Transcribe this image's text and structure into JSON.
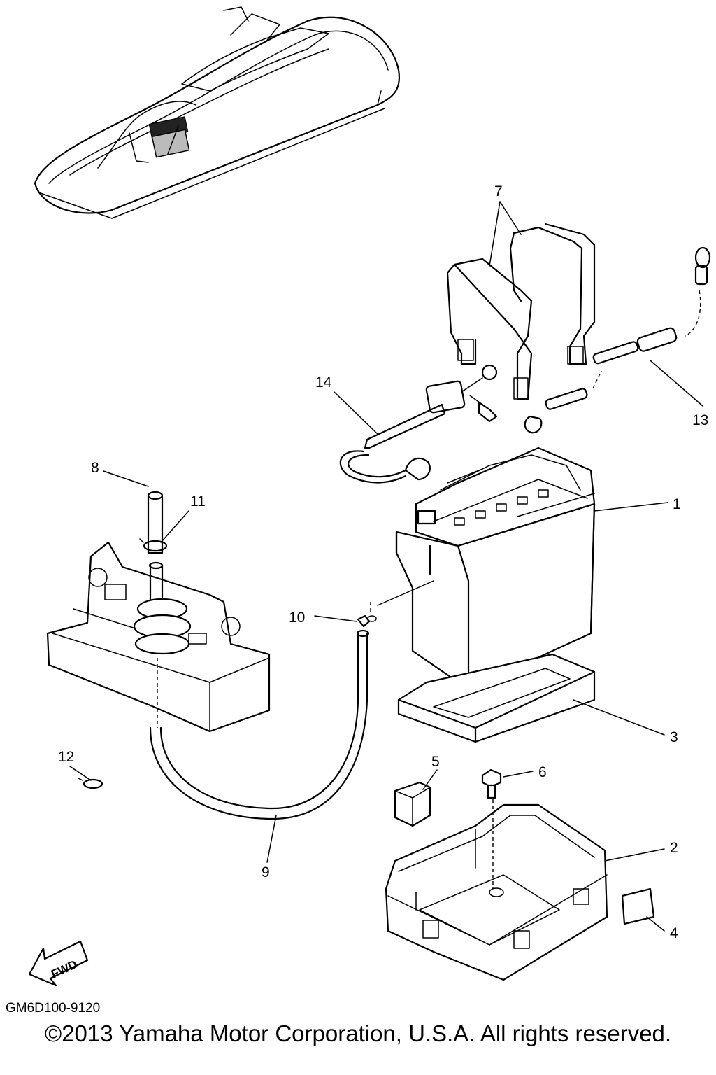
{
  "diagram": {
    "drawing_code": "GM6D100-9120",
    "copyright": "©2013 Yamaha Motor Corporation, U.S.A. All rights reserved.",
    "fwd_label": "FWD",
    "callouts": {
      "c1": "1",
      "c2": "2",
      "c3": "3",
      "c4": "4",
      "c5": "5",
      "c6": "6",
      "c7": "7",
      "c8": "8",
      "c9": "9",
      "c10": "10",
      "c11": "11",
      "c12": "12",
      "c13": "13",
      "c14": "14"
    }
  }
}
